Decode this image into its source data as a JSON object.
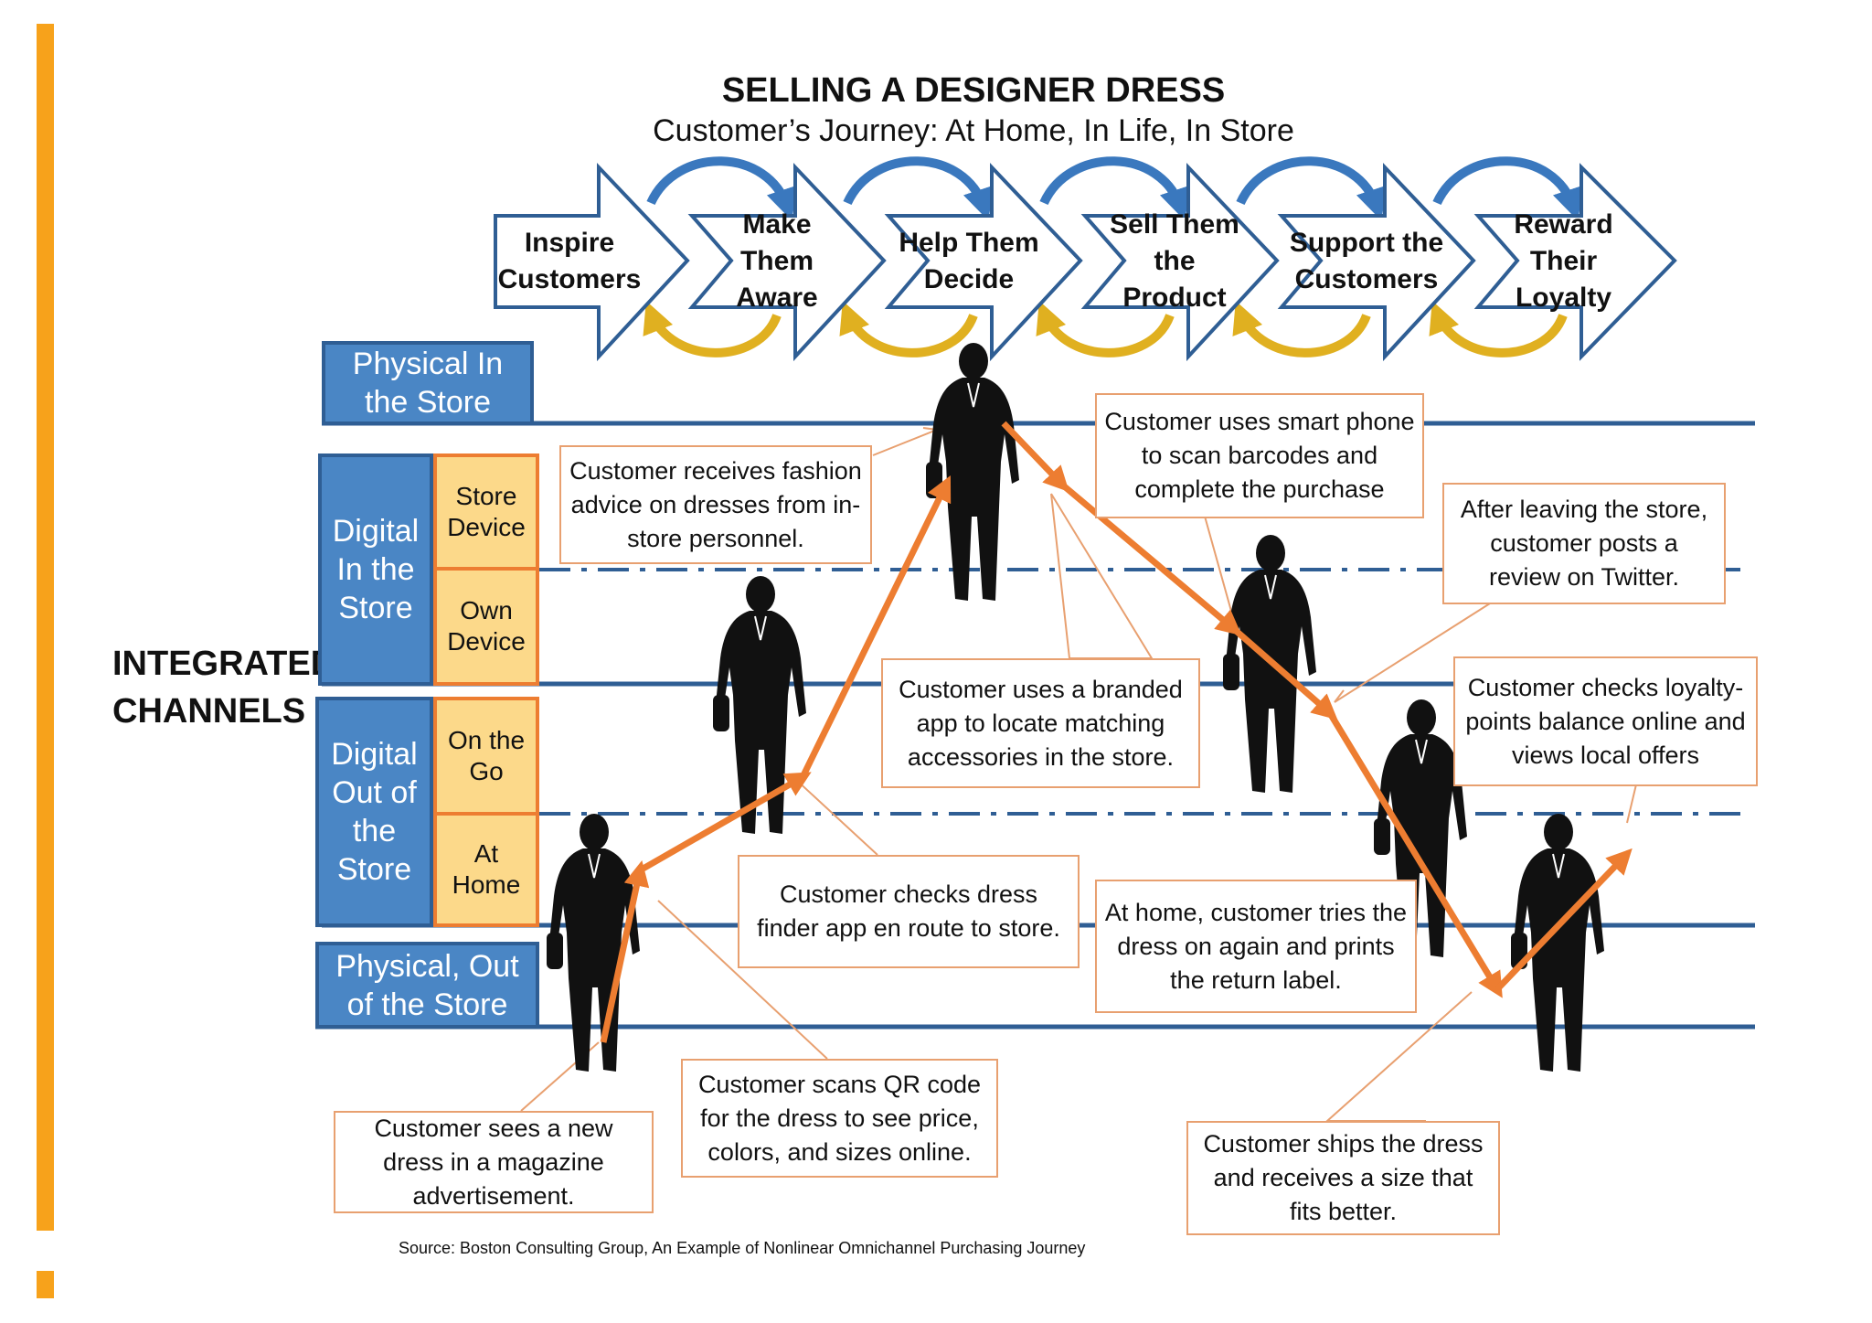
{
  "header": {
    "title": "SELLING A DESIGNER  DRESS",
    "subtitle": "Customer’s Journey: At Home, In Life, In Store"
  },
  "stages": [
    {
      "line1": "Inspire",
      "line2": "Customers"
    },
    {
      "line1": "Make Them",
      "line2": "Aware"
    },
    {
      "line1": "Help Them",
      "line2": "Decide"
    },
    {
      "line1": "Sell Them the",
      "line2": "Product"
    },
    {
      "line1": "Support the",
      "line2": "Customers"
    },
    {
      "line1": "Reward Their",
      "line2": "Loyalty"
    }
  ],
  "integrated_label": {
    "line1": "INTEGRATED",
    "line2": "CHANNELS"
  },
  "channels": {
    "physical_in": {
      "line1": "Physical In",
      "line2": "the Store"
    },
    "digital_in": {
      "line1": "Digital",
      "line2": "In the",
      "line3": "Store"
    },
    "store_device": {
      "line1": "Store",
      "line2": "Device"
    },
    "own_device": {
      "line1": "Own",
      "line2": "Device"
    },
    "digital_out": {
      "line1": "Digital",
      "line2": "Out of",
      "line3": "the",
      "line4": "Store"
    },
    "on_the_go": {
      "line1": "On the",
      "line2": "Go"
    },
    "at_home": {
      "line1": "At",
      "line2": "Home"
    },
    "physical_out": {
      "line1": "Physical, Out",
      "line2": "of the Store"
    }
  },
  "callouts": {
    "fashion_advice": [
      "Customer receives fashion",
      "advice on dresses from in-",
      "store personnel."
    ],
    "smart_phone": [
      "Customer uses smart phone",
      "to scan barcodes and",
      "complete the purchase"
    ],
    "twitter_review": [
      "After leaving the store,",
      "customer posts a",
      "review on Twitter."
    ],
    "branded_app": [
      "Customer uses a branded",
      "app to locate matching",
      "accessories in the store."
    ],
    "loyalty_points": [
      "Customer checks loyalty-",
      "points balance online and",
      "views local offers"
    ],
    "dress_finder": [
      "Customer checks dress",
      "finder app en route to store."
    ],
    "tries_on": [
      "At home, customer tries the",
      "dress on again and prints",
      "the return label."
    ],
    "magazine": [
      "Customer sees a new",
      "dress in a magazine",
      "advertisement."
    ],
    "qr_code": [
      "Customer scans QR code",
      "for the dress to see price,",
      "colors, and sizes online."
    ],
    "ships_dress": [
      "Customer ships the dress",
      "and receives a size that",
      "fits better."
    ]
  },
  "source": "Source: Boston Consulting Group, An Example of Nonlinear Omnichannel Purchasing Journey",
  "colors": {
    "accent": "#F7A21B",
    "channel_blue": "#4A86C5",
    "channel_line": "#2F5E94",
    "sub_fill": "#FCD98A",
    "path_orange": "#ED7D31",
    "loop_blue": "#4A86C5",
    "loop_gold": "#E0B020"
  }
}
